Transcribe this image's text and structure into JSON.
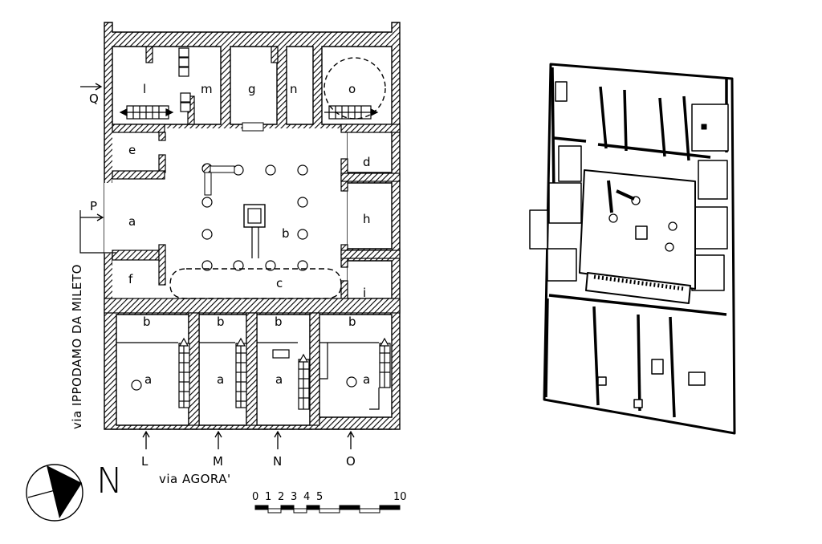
{
  "plan": {
    "rooms": {
      "l": "l",
      "m": "m",
      "g": "g",
      "n": "n",
      "o": "o",
      "e": "e",
      "d": "d",
      "a": "a",
      "h": "h",
      "b": "b",
      "f": "f",
      "c": "c",
      "i": "i"
    },
    "shops": [
      {
        "back": "b",
        "front": "a"
      },
      {
        "back": "b",
        "front": "a"
      },
      {
        "back": "b",
        "front": "a"
      },
      {
        "back": "b",
        "front": "a"
      }
    ],
    "entrances": {
      "Q": "Q",
      "P": "P",
      "L": "L",
      "M": "M",
      "N": "N",
      "O": "O"
    },
    "streets": {
      "west": "via IPPODAMO DA MILETO",
      "south": "via AGORA'"
    }
  },
  "north_arrow": {
    "letter": "N"
  },
  "scale_bar": {
    "labels": [
      "0",
      "1",
      "2",
      "3",
      "4",
      "5",
      "10"
    ]
  },
  "colors": {
    "ink": "#000000",
    "paper": "#ffffff",
    "hatch": "#000000"
  }
}
